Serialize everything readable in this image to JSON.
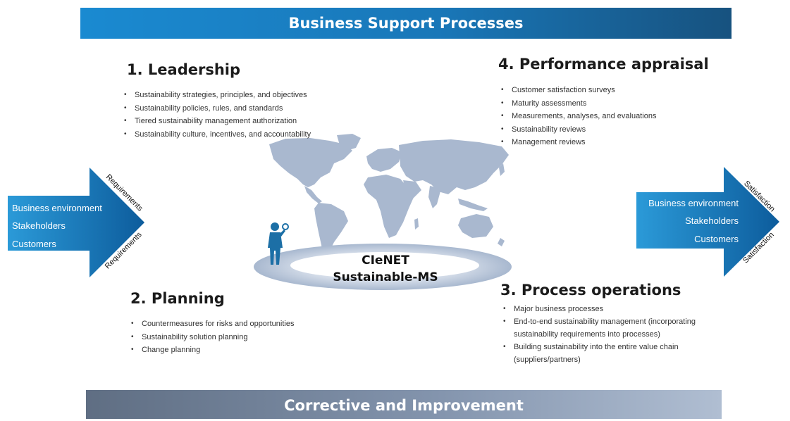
{
  "banners": {
    "top": "Business Support Processes",
    "bottom": "Corrective and Improvement"
  },
  "sections": {
    "leadership": {
      "title": "1. Leadership",
      "items": [
        "Sustainability strategies, principles, and objectives",
        "Sustainability policies, rules, and standards",
        "Tiered sustainability management authorization",
        "Sustainability culture, incentives, and accountability"
      ]
    },
    "planning": {
      "title": "2. Planning",
      "items": [
        "Countermeasures for risks and opportunities",
        "Sustainability solution planning",
        "Change planning"
      ]
    },
    "operations": {
      "title": "3. Process operations",
      "items": [
        "Major business processes",
        "End-to-end sustainability management (incorporating sustainability requirements into processes)",
        "Building sustainability into the entire value chain (suppliers/partners)"
      ]
    },
    "appraisal": {
      "title": "4. Performance appraisal",
      "items": [
        "Customer satisfaction surveys",
        "Maturity assessments",
        "Measurements, analyses, and evaluations",
        "Sustainability reviews",
        "Management reviews"
      ]
    }
  },
  "input_arrow": {
    "lines": [
      "Business environment",
      "Stakeholders",
      "Customers"
    ],
    "label_top": "Requirements",
    "label_bottom": "Requirements"
  },
  "output_arrow": {
    "lines": [
      "Business environment",
      "Stakeholders",
      "Customers"
    ],
    "label_top": "Satisfaction",
    "label_bottom": "Satisfaction"
  },
  "center": {
    "line1": "CIeNET",
    "line2": "Sustainable-MS"
  },
  "colors": {
    "arrow_light": "#2b9ad8",
    "arrow_dark": "#0d5c9c",
    "world_map": "#a9b8cf",
    "ring": "#b8c5d8",
    "figure": "#1c6fa6"
  },
  "icons": {
    "map": "world-map-icon",
    "figure": "person-with-magnifier-icon"
  }
}
